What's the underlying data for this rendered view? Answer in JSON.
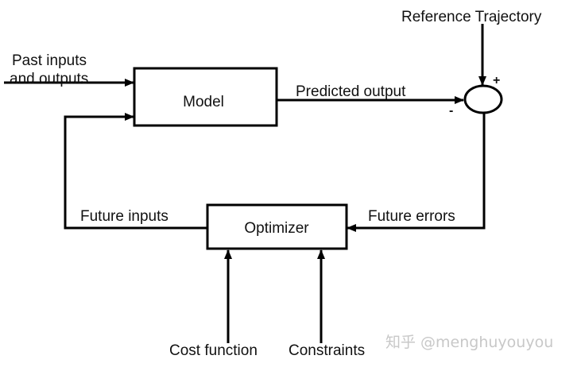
{
  "colors": {
    "stroke": "#000000",
    "text": "#111111",
    "watermark": "#c8c8c8",
    "background": "#ffffff"
  },
  "labels": {
    "reference_trajectory": "Reference Trajectory",
    "past_inputs_line1": "Past inputs",
    "past_inputs_line2": "and outputs",
    "predicted_output": "Predicted output",
    "future_inputs": "Future inputs",
    "future_errors": "Future errors",
    "cost_function": "Cost function",
    "constraints": "Constraints"
  },
  "blocks": {
    "model": "Model",
    "optimizer": "Optimizer"
  },
  "summing_junction": {
    "plus_sign": "+",
    "minus_sign": "-"
  },
  "watermark": "知乎 @menghuyouyou"
}
